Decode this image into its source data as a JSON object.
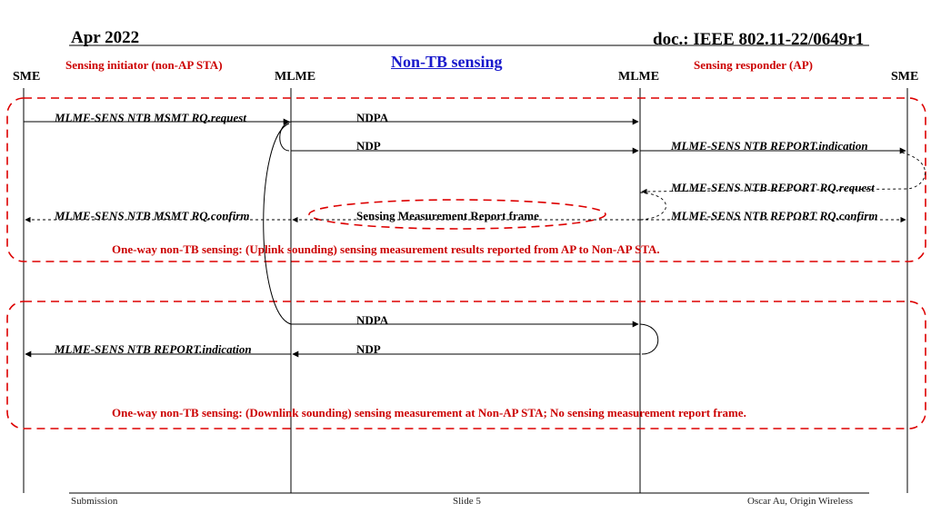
{
  "header": {
    "date": "Apr 2022",
    "doc_id": "doc.: IEEE 802.11-22/0649r1",
    "title": "Non-TB sensing"
  },
  "roles": {
    "initiator": "Sensing initiator (non-AP STA)",
    "responder": "Sensing responder (AP)"
  },
  "lanes": {
    "sme_left": "SME",
    "mlme_left": "MLME",
    "mlme_right": "MLME",
    "sme_right": "SME"
  },
  "uplink": {
    "msmt_request": "MLME-SENS NTB MSMT RQ.request",
    "ndpa": "NDPA",
    "ndp": "NDP",
    "report_indication": "MLME-SENS NTB REPORT.indication",
    "report_rq_request": "MLME-SENS NTB REPORT RQ.request",
    "msmt_confirm": "MLME-SENS NTB MSMT RQ.confirm",
    "report_frame": "Sensing Measurement Report frame",
    "report_rq_confirm": "MLME-SENS NTB REPORT RQ.confirm",
    "note": "One-way non-TB sensing: (Uplink sounding) sensing measurement results reported from AP to Non-AP STA."
  },
  "downlink": {
    "ndpa": "NDPA",
    "ndp": "NDP",
    "report_indication": "MLME-SENS NTB REPORT.indication",
    "note": "One-way non-TB sensing: (Downlink sounding) sensing measurement at Non-AP STA; No sensing measurement report frame."
  },
  "footer": {
    "left": "Submission",
    "center": "Slide 5",
    "right": "Oscar Au, Origin Wireless"
  },
  "colors": {
    "accent_red": "#cc0000",
    "title_blue": "#1a1acc",
    "line": "#000000"
  }
}
